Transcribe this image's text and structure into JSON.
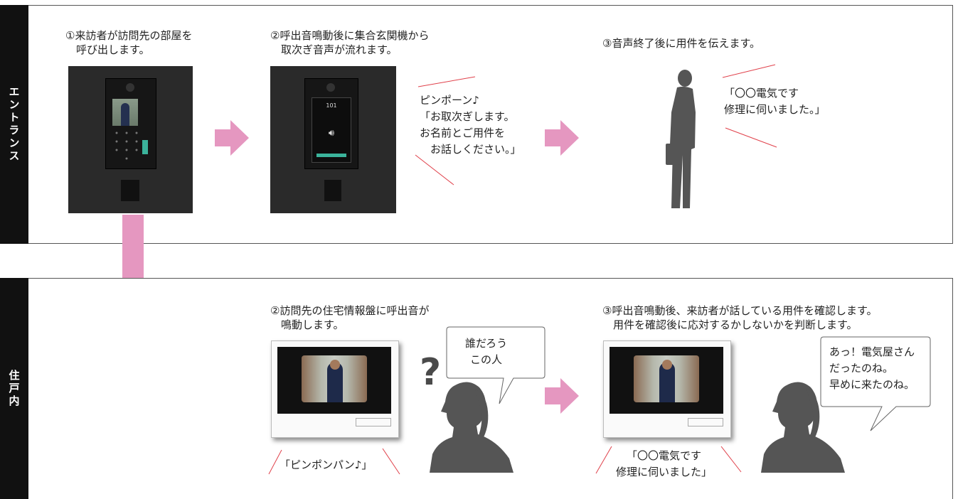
{
  "entrance": {
    "label": "エントランス",
    "step1": "①来訪者が訪問先の部屋を\n　呼び出します。",
    "step2": "②呼出音鳴動後に集合玄関機から\n　取次ぎ音声が流れます。",
    "step3": "③音声終了後に用件を伝えます。",
    "panel_speech": "ピンポーン♪\n「お取次ぎします。\nお名前とご用件を\n　お話しください。」",
    "panel_screen_number": "101",
    "visitor_speech": "「〇〇電気です\n修理に伺いました。」"
  },
  "indoor": {
    "label": "住戸内",
    "step2": "②訪問先の住宅情報盤に呼出音が\n　鳴動します。",
    "step3": "③呼出音鳴動後、来訪者が話している用件を確認します。\n　用件を確認後に応対するかしないかを判断します。",
    "chime_text": "「ピンポンパン♪」",
    "question_mark": "?",
    "bubble1": "誰だろう\nこの人",
    "monitor2_text": "「〇〇電気です\n修理に伺いました」",
    "bubble2": "あっ！電気屋さん\nだったのね。\n早めに来たのね。"
  },
  "colors": {
    "arrow": "#e597c0",
    "accent_line": "#e0404a",
    "silhouette": "#555555",
    "side_bar": "#111111"
  }
}
